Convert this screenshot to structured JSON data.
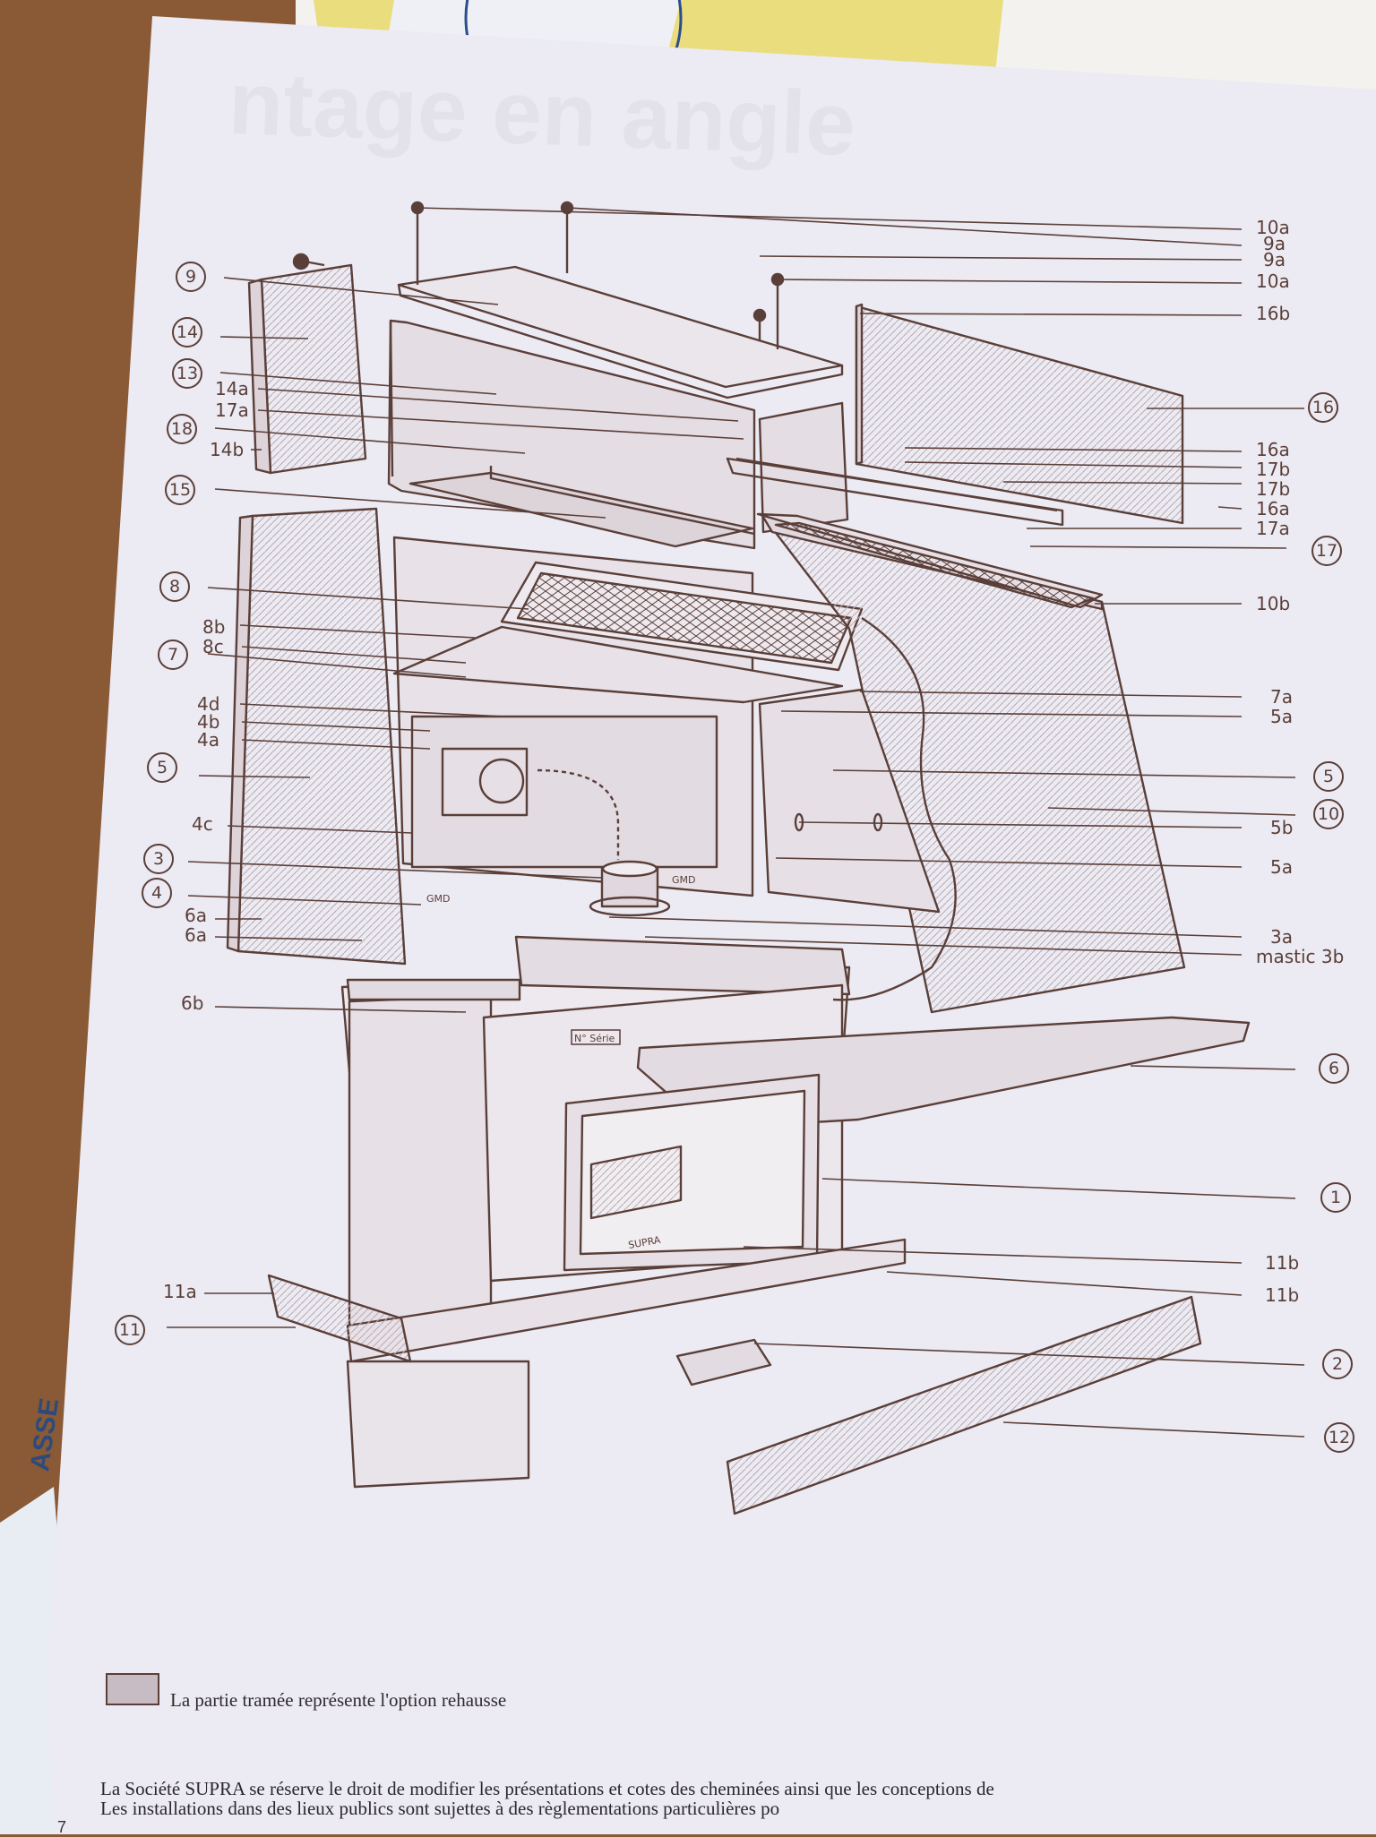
{
  "document": {
    "ghost_heading": "ntage en angle",
    "side_text": "ASSE",
    "legend_text": "La partie tramée représente l'option rehausse",
    "footer_line1": "La Société SUPRA se réserve le droit de modifier les présentations et cotes des cheminées ainsi que les conceptions de",
    "footer_line2": "Les installations dans des lieux publics sont sujettes à des règlementations particulières po",
    "page_number": "7"
  },
  "diagram": {
    "plate_labels": [
      "N° Série",
      "GMD",
      "GMD",
      "SUPRA"
    ],
    "right_labels": [
      "10a",
      "9a",
      "9a",
      "10a",
      "16b",
      "16a",
      "17b",
      "17b",
      "16a",
      "17a",
      "10b",
      "7a",
      "5a",
      "5b",
      "5a",
      "3a",
      "mastic 3b",
      "11b",
      "11b"
    ],
    "right_circled": [
      "16",
      "17",
      "5",
      "10",
      "6",
      "1",
      "2",
      "12"
    ],
    "left_labels": [
      "14a",
      "17a",
      "14b",
      "8b",
      "8c",
      "4d",
      "4b",
      "4a",
      "4c",
      "6a",
      "6a",
      "6b",
      "11a"
    ],
    "left_circled": [
      "9",
      "14",
      "13",
      "18",
      "15",
      "8",
      "7",
      "5",
      "3",
      "4",
      "11"
    ]
  },
  "colors": {
    "ink": "#5a3f39",
    "paper": "#eceaf2",
    "shade": "#c8bcc4",
    "wood": "#8a5a36"
  }
}
